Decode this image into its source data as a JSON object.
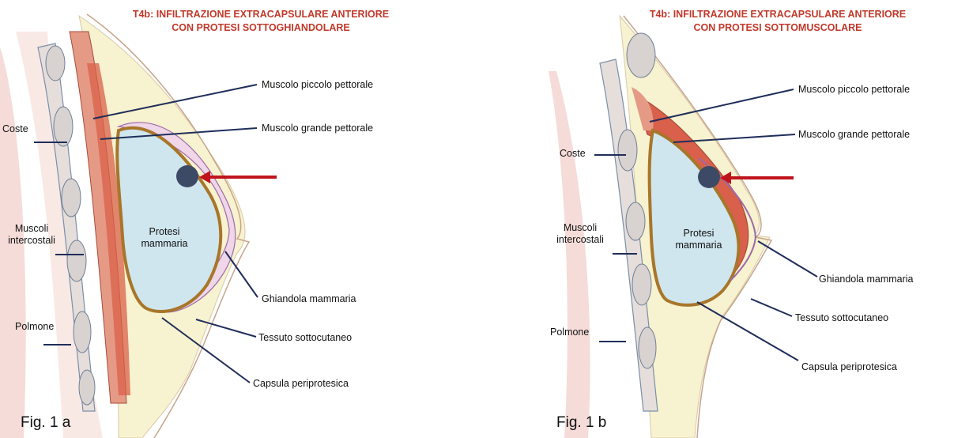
{
  "panels": [
    {
      "title_line1": "T4b: INFILTRAZIONE EXTRACAPSULARE ANTERIORE",
      "title_line2": "CON PROTESI SOTTOGHIANDOLARE",
      "labels": {
        "piccolo": "Muscolo piccolo pettorale",
        "grande": "Muscolo grande pettorale",
        "coste": "Coste",
        "intercostali_1": "Muscoli",
        "intercostali_2": "intercostali",
        "protesi_1": "Protesi",
        "protesi_2": "mammaria",
        "ghiandola": "Ghiandola mammaria",
        "tessuto": "Tessuto sottocutaneo",
        "polmone": "Polmone",
        "capsula": "Capsula periprotesica"
      },
      "fig_label": "Fig. 1 a"
    },
    {
      "title_line1": "T4b: INFILTRAZIONE EXTRACAPSULARE ANTERIORE",
      "title_line2": "CON PROTESI SOTTOMUSCOLARE",
      "labels": {
        "piccolo": "Muscolo piccolo pettorale",
        "grande": "Muscolo grande pettorale",
        "coste": "Coste",
        "intercostali_1": "Muscoli",
        "intercostali_2": "intercostali",
        "protesi_1": "Protesi",
        "protesi_2": "mammaria",
        "ghiandola": "Ghiandola mammaria",
        "tessuto": "Tessuto sottocutaneo",
        "polmone": "Polmone",
        "capsula": "Capsula periprotesica"
      },
      "fig_label": "Fig. 1 b"
    }
  ],
  "colors": {
    "title": "#c0392b",
    "leader_line": "#1f2d5a",
    "tumor_arrow": "#c0141c",
    "tumor_dot": "#3d4a66",
    "implant_fill": "#cfe6ee",
    "capsule": "#a8762a",
    "muscle": "#d9604a",
    "fat": "#f6f1c8",
    "skin_pink": "#f3d2cf"
  }
}
